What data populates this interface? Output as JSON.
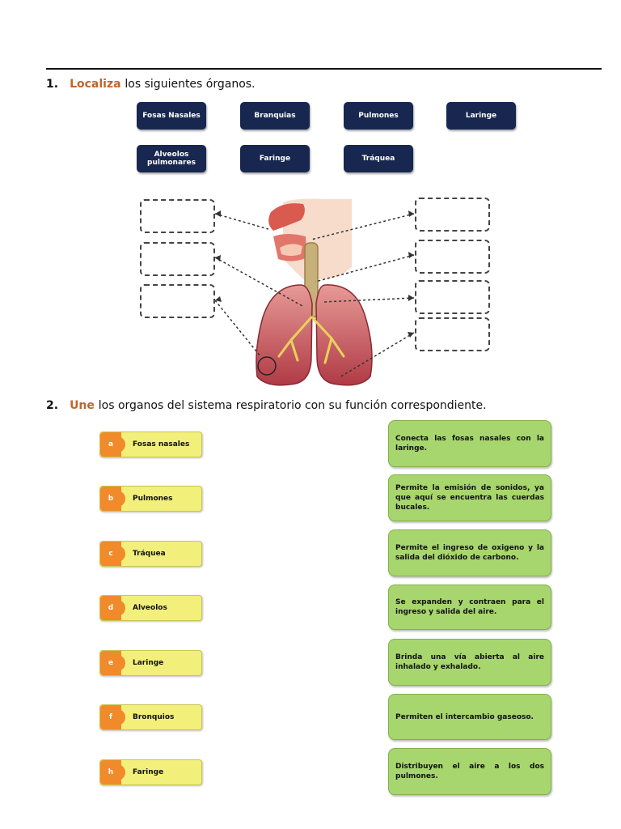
{
  "q1": {
    "number": "1.",
    "verb": "Localiza",
    "rest": "los siguientes órganos."
  },
  "organ_tags": [
    "Fosas Nasales",
    "Branquias",
    "Pulmones",
    "Laringe",
    "Alveolos pulmonares",
    "Faringe",
    "Tráquea"
  ],
  "q2": {
    "number": "2.",
    "verb": "Une",
    "rest": "los organos del sistema respiratorio con su función correspondiente."
  },
  "organs": [
    {
      "letter": "a",
      "name": "Fosas nasales"
    },
    {
      "letter": "b",
      "name": "Pulmones"
    },
    {
      "letter": "c",
      "name": "Tráquea"
    },
    {
      "letter": "d",
      "name": "Alveolos"
    },
    {
      "letter": "e",
      "name": "Laringe"
    },
    {
      "letter": "f",
      "name": "Bronquios"
    },
    {
      "letter": "h",
      "name": "Faringe"
    }
  ],
  "functions": [
    "Conecta las fosas nasales con la laringe.",
    "Permite la emisión de sonidos, ya que aquí se encuentra las cuerdas bucales.",
    "Permite el ingreso de oxigeno y la salida del dióxido de carbono.",
    "Se expanden y contraen para el ingreso y salida del aire.",
    "Brinda una vía abierta al aire inhalado y exhalado.",
    "Permiten el intercambio gaseoso.",
    "Distribuyen el aire a los dos pulmones."
  ],
  "colors": {
    "tag_bg": "#172750",
    "verb": "#c0652a",
    "pill_bg": "#f2f07b",
    "letter_bg": "#f08a2a",
    "card_bg": "#a8d66e"
  }
}
